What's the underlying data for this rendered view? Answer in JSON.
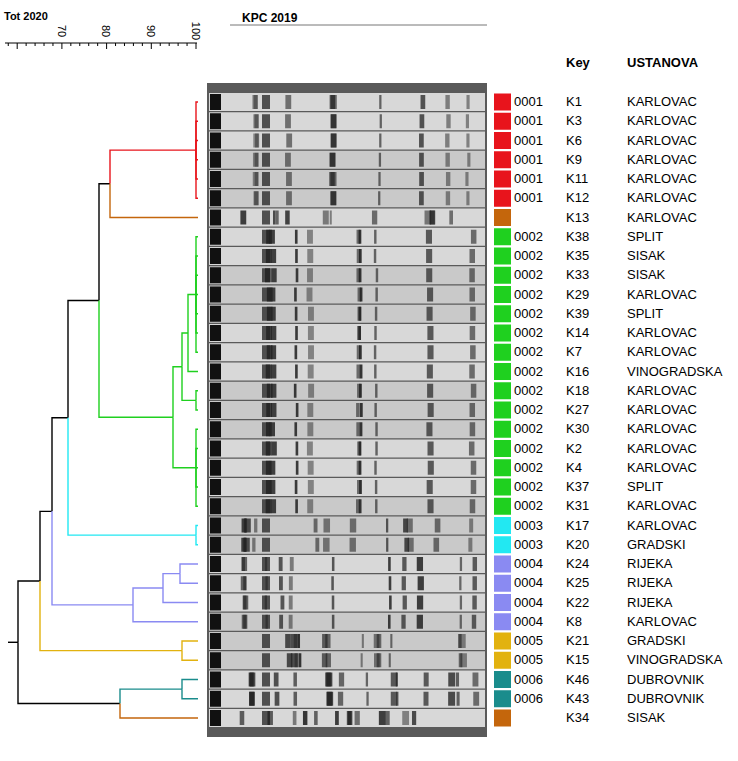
{
  "diagram": {
    "title": "KPC 2019",
    "labels": [
      "Tot 2020",
      "70",
      "80",
      "90",
      "100",
      "Key",
      "USTANOVA",
      "0001",
      "K1",
      "KARLOVAC",
      "0001",
      "K3",
      "KARLOVAC",
      "0001",
      "K6",
      "KARLOVAC",
      "0001",
      "K9",
      "KARLOVAC",
      "0001",
      "K11",
      "KARLOVAC",
      "0001",
      "K12",
      "KARLOVAC",
      "K13",
      "KARLOVAC",
      "0002",
      "K38",
      "SPLIT",
      "0002",
      "K35",
      "SISAK",
      "0002",
      "K33",
      "SISAK",
      "0002",
      "K29",
      "KARLOVAC",
      "0002",
      "K39",
      "SPLIT",
      "0002",
      "K14",
      "KARLOVAC",
      "0002",
      "K7",
      "KARLOVAC",
      "0002",
      "K16",
      "VINOGRADSKA",
      "0002",
      "K18",
      "KARLOVAC",
      "0002",
      "K27",
      "KARLOVAC",
      "0002",
      "K30",
      "KARLOVAC",
      "0002",
      "K2",
      "KARLOVAC",
      "0002",
      "K4",
      "KARLOVAC",
      "0002",
      "K37",
      "SPLIT",
      "0002",
      "K31",
      "KARLOVAC",
      "0003",
      "K17",
      "KARLOVAC",
      "0003",
      "K20",
      "GRADSKI",
      "0004",
      "K24",
      "RIJEKA",
      "0004",
      "K25",
      "RIJEKA",
      "0004",
      "K22",
      "RIJEKA",
      "0004",
      "K8",
      "KARLOVAC",
      "0005",
      "K21",
      "GRADSKI",
      "0005",
      "K15",
      "VINOGRADSKA",
      "0006",
      "K46",
      "DUBROVNIK",
      "0006",
      "K43",
      "DUBROVNIK",
      "K34",
      "SISAK"
    ]
  }
}
